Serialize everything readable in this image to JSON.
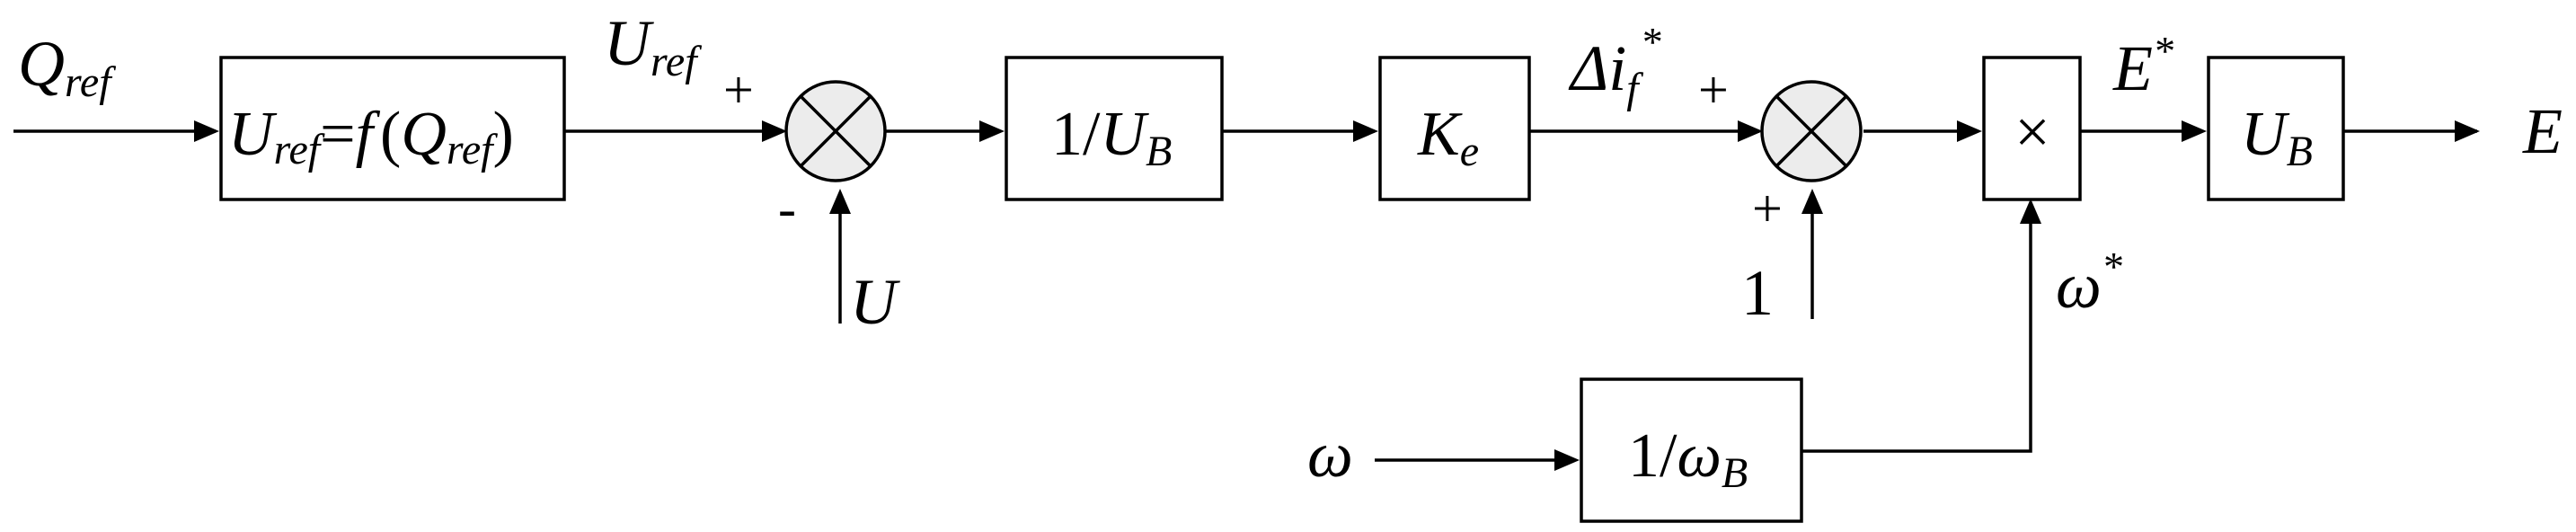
{
  "signals": {
    "q_ref": {
      "main": "Q",
      "sub": "ref"
    },
    "u_ref": {
      "main": "U",
      "sub": "ref"
    },
    "u_meas": "U",
    "delta_if": {
      "pre": "Δi",
      "sub": "f",
      "sup": "*"
    },
    "one": "1",
    "e_star": {
      "main": "E",
      "sup": "*"
    },
    "omega_star": {
      "main": "ω",
      "sup": "*"
    },
    "omega": "ω",
    "e_out": "E"
  },
  "blocks": {
    "uref_func": {
      "u": "U",
      "ref1": "ref",
      "eq": "=",
      "f": "f",
      "paren_open": "(",
      "q": "Q",
      "ref2": "ref",
      "paren_close": ")"
    },
    "inv_ub": {
      "num": "1/",
      "u": "U",
      "sub": "B"
    },
    "ke": {
      "k": "K",
      "sub": "e"
    },
    "mult": {
      "symbol": "×"
    },
    "ub": {
      "u": "U",
      "sub": "B"
    },
    "inv_omegab": {
      "num": "1/",
      "w": "ω",
      "sub": "B"
    }
  },
  "sum1": {
    "plus": "+",
    "minus": "-"
  },
  "sum2": {
    "plus_left": "+",
    "plus_bottom": "+"
  }
}
